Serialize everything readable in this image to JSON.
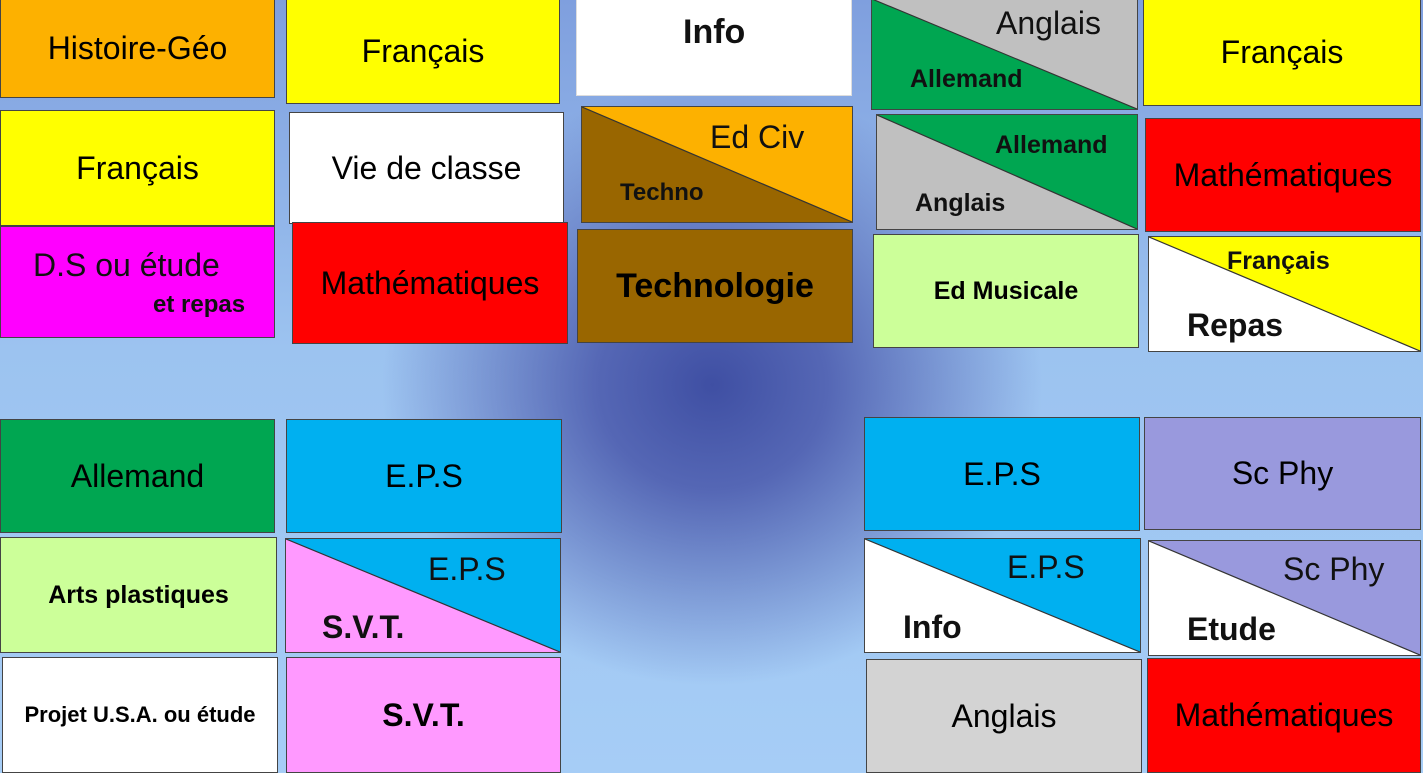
{
  "colors": {
    "orange": "#FDB100",
    "yellow": "#FFFF00",
    "white": "#FFFFFF",
    "green": "#00A651",
    "gray": "#C0C0C0",
    "red": "#FF0000",
    "magenta": "#FF00FF",
    "brown": "#996600",
    "lightgreen": "#CCFF99",
    "cyan": "#00B0F0",
    "lavender": "#9999DD",
    "pink": "#FF99FF",
    "palegreen": "#CCFF99"
  },
  "cells": {
    "histoire_geo": "Histoire-Géo",
    "francais_1": "Français",
    "info_1": "Info",
    "anglais_1": "Anglais",
    "allemand_1": "Allemand",
    "francais_2": "Français",
    "francais_3": "Français",
    "vie_de_classe": "Vie de classe",
    "ed_civ": "Ed Civ",
    "techno": "Techno",
    "allemand_2": "Allemand",
    "anglais_2": "Anglais",
    "mathematiques_1": "Mathématiques",
    "ds_etude_line1": "D.S ou étude",
    "ds_etude_line2": "et repas",
    "mathematiques_2": "Mathématiques",
    "technologie": "Technologie",
    "ed_musicale": "Ed Musicale",
    "francais_4": "Français",
    "repas": "Repas",
    "allemand_3": "Allemand",
    "eps_1": "E.P.S",
    "eps_2": "E.P.S",
    "sc_phy_1": "Sc Phy",
    "arts_plastiques": "Arts plastiques",
    "eps_3": "E.P.S",
    "svt_1": "S.V.T.",
    "eps_4": "E.P.S",
    "info_2": "Info",
    "sc_phy_2": "Sc Phy",
    "etude": "Etude",
    "projet_usa": "Projet U.S.A. ou  étude",
    "svt_2": "S.V.T.",
    "anglais_3": "Anglais",
    "mathematiques_3": "Mathématiques"
  }
}
